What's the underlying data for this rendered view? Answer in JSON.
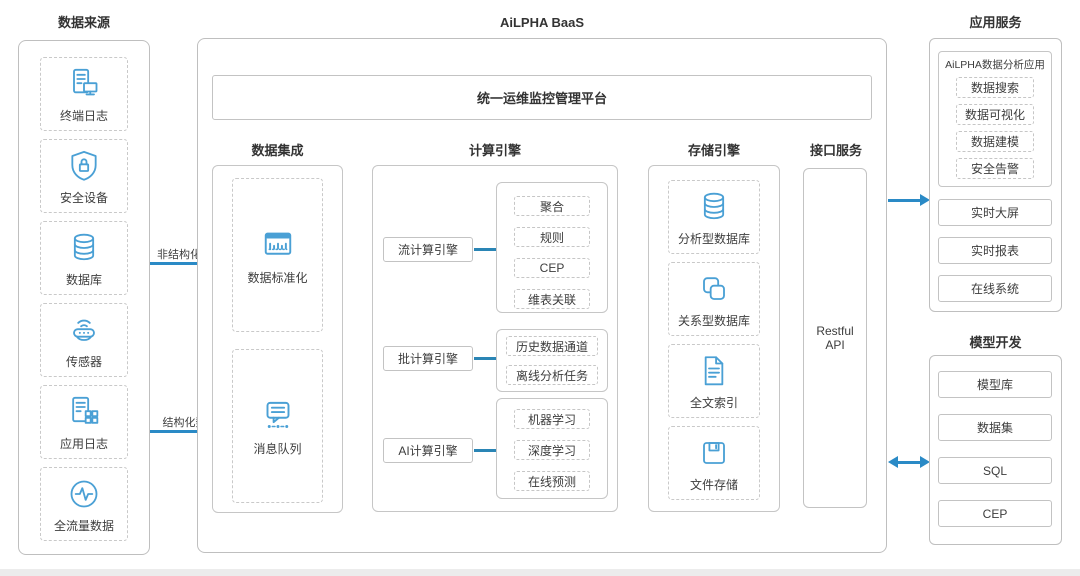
{
  "header": {
    "title": "AiLPHA BaaS",
    "platform_bar": "统一运维监控管理平台"
  },
  "data_sources": {
    "title": "数据来源",
    "items": [
      {
        "label": "终端日志",
        "icon": "terminal-log-icon"
      },
      {
        "label": "安全设备",
        "icon": "security-device-icon"
      },
      {
        "label": "数据库",
        "icon": "database-icon"
      },
      {
        "label": "传感器",
        "icon": "sensor-icon"
      },
      {
        "label": "应用日志",
        "icon": "app-log-icon"
      },
      {
        "label": "全流量数据",
        "icon": "traffic-data-icon"
      }
    ]
  },
  "flows": {
    "unstructured": "非结构化数据",
    "structured": "结构化数据"
  },
  "integration": {
    "title": "数据集成",
    "items": [
      {
        "label": "数据标准化",
        "icon": "data-standardization-icon"
      },
      {
        "label": "消息队列",
        "icon": "message-queue-icon"
      }
    ]
  },
  "compute": {
    "title": "计算引擎",
    "rows": [
      {
        "engine": "流计算引擎",
        "items": [
          "聚合",
          "规则",
          "CEP",
          "维表关联"
        ]
      },
      {
        "engine": "批计算引擎",
        "items": [
          "历史数据通道",
          "离线分析任务"
        ]
      },
      {
        "engine": "AI计算引擎",
        "items": [
          "机器学习",
          "深度学习",
          "在线预测"
        ]
      }
    ]
  },
  "storage": {
    "title": "存储引擎",
    "items": [
      {
        "label": "分析型数据库",
        "icon": "analytical-database-icon"
      },
      {
        "label": "关系型数据库",
        "icon": "relational-database-icon"
      },
      {
        "label": "全文索引",
        "icon": "fulltext-index-icon"
      },
      {
        "label": "文件存储",
        "icon": "file-storage-icon"
      }
    ]
  },
  "api": {
    "title": "接口服务",
    "label": "Restful API"
  },
  "app_services": {
    "title": "应用服务",
    "analysis_app": {
      "title": "AiLPHA数据分析应用",
      "items": [
        "数据搜索",
        "数据可视化",
        "数据建模",
        "安全告警"
      ]
    },
    "items": [
      "实时大屏",
      "实时报表",
      "在线系统"
    ]
  },
  "model_dev": {
    "title": "模型开发",
    "items": [
      "模型库",
      "数据集",
      "SQL",
      "CEP"
    ]
  },
  "colors": {
    "icon_blue": "#4aa0d5",
    "arrow_blue": "#2a8ac6",
    "connector_blue": "#2a85b5",
    "border_gray": "#c3c3c3"
  }
}
